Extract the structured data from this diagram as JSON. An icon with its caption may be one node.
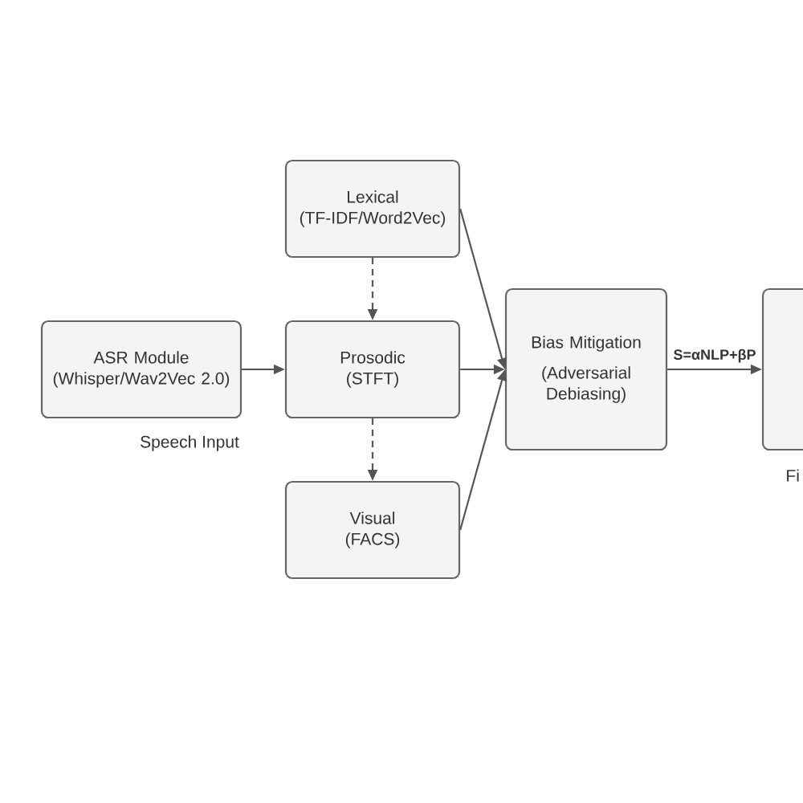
{
  "diagram": {
    "nodes": [
      {
        "text": [
          "ASR Module",
          "(Whisper/Wav2Vec 2.0)"
        ],
        "beside": [
          "Speech Input"
        ]
      },
      {
        "text": [
          "Lexical",
          "(TF-IDF/Word2Vec)"
        ]
      },
      {
        "text": [
          "Prosodic",
          "(STFT)"
        ]
      },
      {
        "text": [
          "Visual",
          "(FACS)"
        ]
      },
      {
        "text": [
          "Bias Mitigation",
          "(Adversarial Debiasing)"
        ]
      },
      {
        "text": [],
        "shape": "box",
        "beside": [
          "Fi"
        ]
      }
    ],
    "edges": [
      {
        "from": 0,
        "to": 2,
        "arrow": "to"
      },
      {
        "from": 1,
        "to": 2,
        "arrow": "to",
        "style": "dashed"
      },
      {
        "from": 2,
        "to": 3,
        "arrow": "to",
        "style": "dashed"
      },
      {
        "from": 1,
        "to": 4,
        "arrow": "to"
      },
      {
        "from": 2,
        "to": 4,
        "arrow": "to"
      },
      {
        "from": 3,
        "to": 4,
        "arrow": "to"
      },
      {
        "from": 4,
        "to": 5,
        "arrow": "to",
        "label": "S=αNLP+βP"
      }
    ]
  }
}
